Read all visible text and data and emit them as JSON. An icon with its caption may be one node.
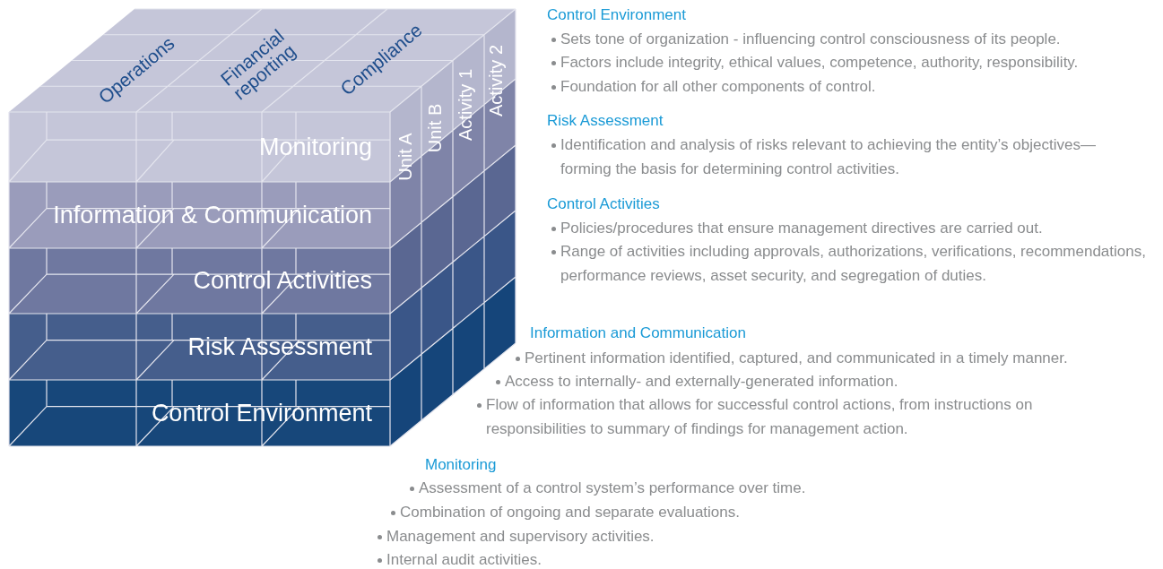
{
  "diagram": {
    "nodes": [
      {
        "text": [
          "Monitoring"
        ]
      },
      {
        "text": [
          "Information & Communication"
        ]
      },
      {
        "text": [
          "Control Activities"
        ]
      },
      {
        "text": [
          "Risk Assessment"
        ]
      },
      {
        "text": [
          "Control Environment"
        ]
      }
    ],
    "labels": [
      "Operations",
      "Financial reporting",
      "Compliance",
      "Unit A",
      "Unit B",
      "Activity 1",
      "Activity 2",
      "Control Environment",
      "Sets tone of organization - influencing control consciousness of its people.",
      "Factors include integrity, ethical values, competence, authority, responsibility.",
      "Foundation for all other components of control.",
      "Risk Assessment",
      "Identification and analysis of risks relevant to achieving the entity’s objectives—forming the basis for determining control activities.",
      "Control Activities",
      "Policies/procedures that ensure management directives are carried out.",
      "Range of activities including approvals, authorizations, verifications, recommendations, performance reviews, asset security, and segregation of duties.",
      "Information and Communication",
      "Pertinent information identified, captured, and communicated in a timely manner.",
      "Access to internally- and externally-generated information.",
      "Flow of information that allows for successful control actions, from instructions on responsibilities to summary of findings for management action.",
      "Monitoring",
      "Assessment of a control system’s performance over time.",
      "Combination of ongoing and separate evaluations.",
      "Management and supervisory activities.",
      "Internal audit activities."
    ]
  }
}
